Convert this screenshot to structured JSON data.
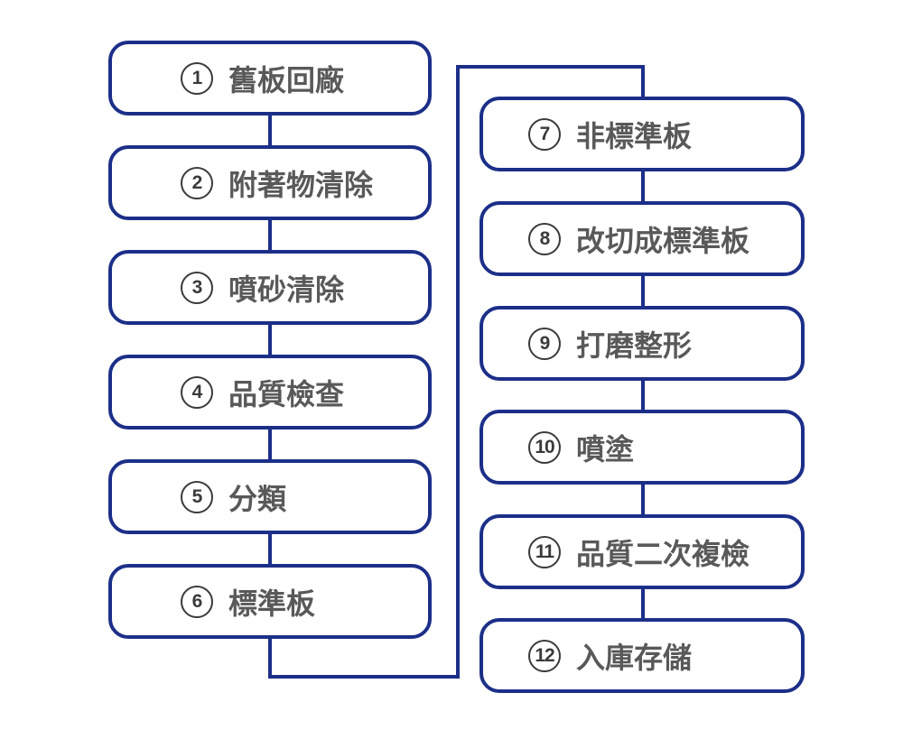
{
  "flow": {
    "description": "twelve-step recycling process flowchart, two columns",
    "colors": {
      "box_border": "#1c2f88",
      "connector": "#1c2f88",
      "label_text": "#595959",
      "number_circle": "#3a3a3a",
      "background": "#ffffff"
    },
    "steps": [
      {
        "number": "1",
        "label": "舊板回廠"
      },
      {
        "number": "2",
        "label": "附著物清除"
      },
      {
        "number": "3",
        "label": "噴砂清除"
      },
      {
        "number": "4",
        "label": "品質檢查"
      },
      {
        "number": "5",
        "label": "分類"
      },
      {
        "number": "6",
        "label": "標準板"
      },
      {
        "number": "7",
        "label": "非標準板"
      },
      {
        "number": "8",
        "label": "改切成標準板"
      },
      {
        "number": "9",
        "label": "打磨整形"
      },
      {
        "number": "10",
        "label": "噴塗"
      },
      {
        "number": "11",
        "label": "品質二次複檢"
      },
      {
        "number": "12",
        "label": "入庫存儲"
      }
    ]
  }
}
